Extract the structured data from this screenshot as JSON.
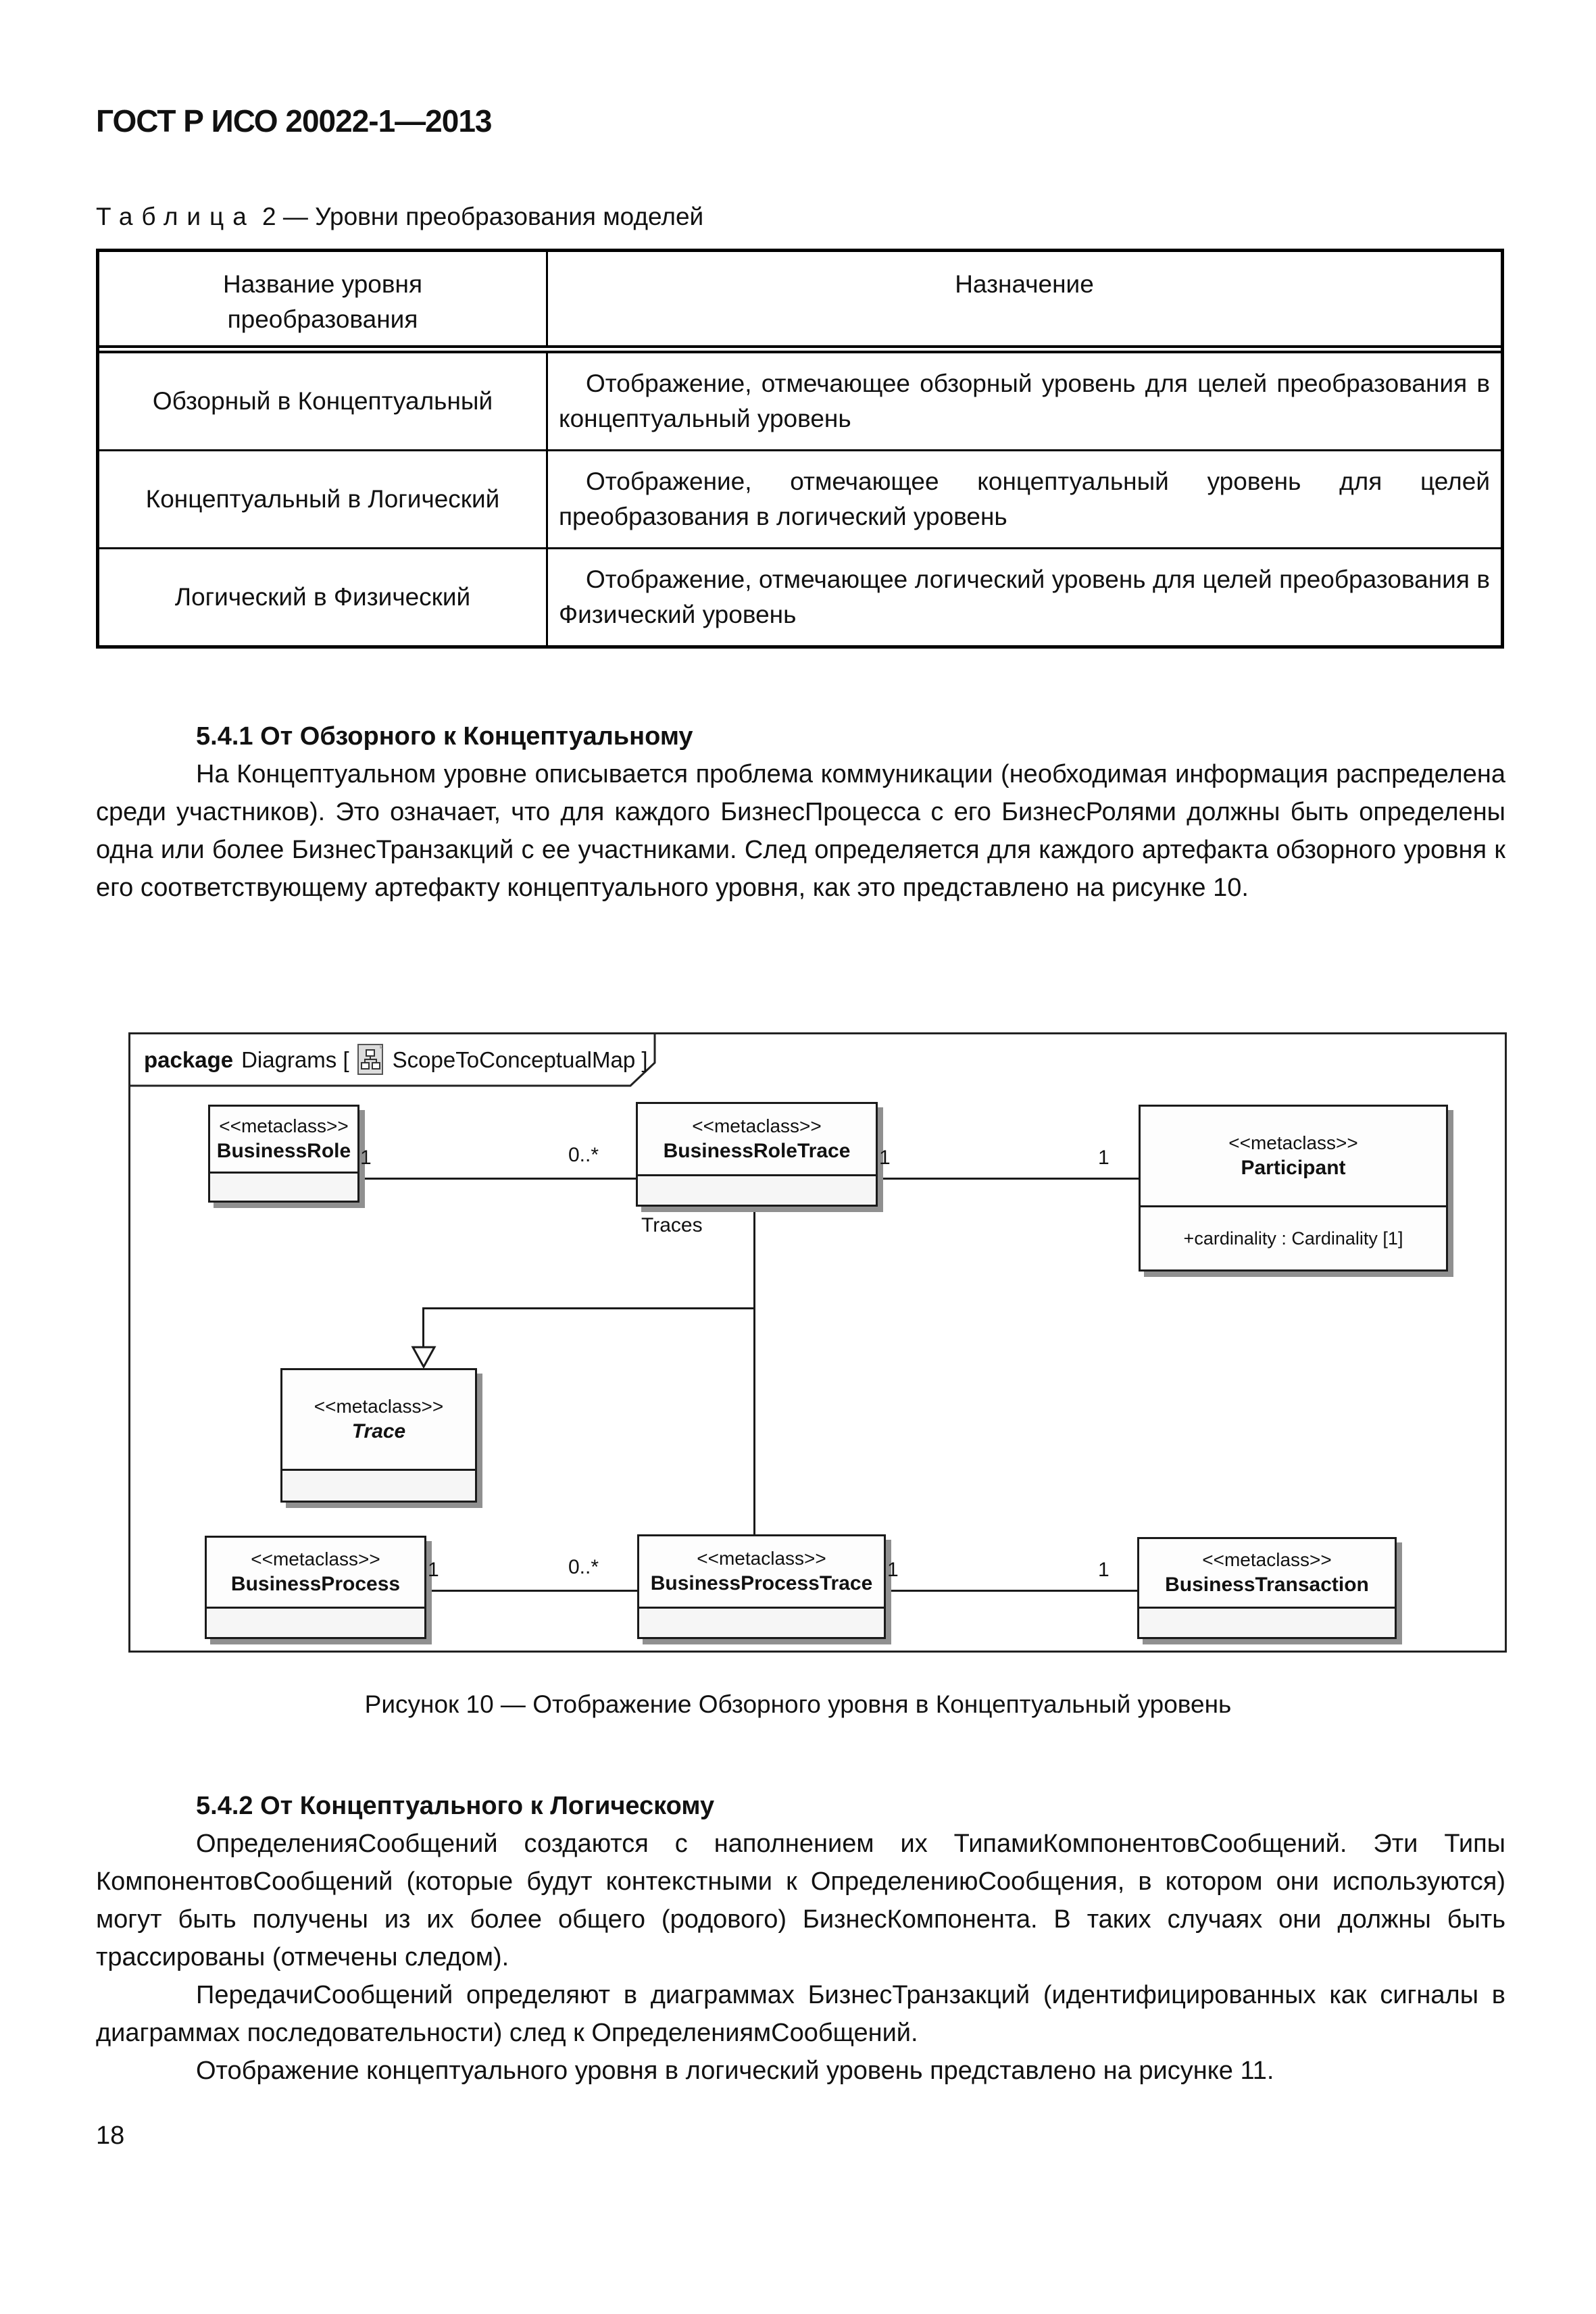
{
  "header": {
    "title": "ГОСТ Р ИСО 20022-1—2013"
  },
  "table": {
    "caption_word": "Таблица",
    "caption_rest": "2 — Уровни преобразования моделей",
    "columns": {
      "col1_line1": "Название уровня",
      "col1_line2": "преобразования",
      "col2": "Назначение"
    },
    "rows": [
      {
        "level": "Обзорный в Концептуальный",
        "purpose": "Отображение, отмечающее обзорный уровень для целей преобразования в концептуальный уровень"
      },
      {
        "level": "Концептуальный в Логический",
        "purpose": "Отображение, отмечающее концептуальный уровень для целей преобразования в логический уровень"
      },
      {
        "level": "Логический в Физический",
        "purpose": "Отображение, отмечающее логический уровень для целей преобразования в Физический уровень"
      }
    ]
  },
  "section_541": {
    "heading": "5.4.1 От Обзорного к Концептуальному",
    "paragraph": "На Концептуальном уровне описывается проблема коммуникации (необходимая информация распределена среди участников). Это означает, что для каждого БизнесПроцесса с его БизнесРолями должны быть определены одна или более БизнесТранзакций с ее участниками. След определяется для каждого артефакта обзорного уровня к его соответствующему артефакту концептуального уровня, как это представлено на рисунке 10."
  },
  "diagram": {
    "package_keyword": "package",
    "package_context": "Diagrams [",
    "package_name": "ScopeToConceptualMap ]",
    "traces_label": "Traces",
    "classes": {
      "business_role": {
        "stereotype": "<<metaclass>>",
        "name": "BusinessRole"
      },
      "business_role_trace": {
        "stereotype": "<<metaclass>>",
        "name": "BusinessRoleTrace"
      },
      "participant": {
        "stereotype": "<<metaclass>>",
        "name": "Participant",
        "attribute": "+cardinality : Cardinality [1]"
      },
      "trace": {
        "stereotype": "<<metaclass>>",
        "name": "Trace"
      },
      "business_process": {
        "stereotype": "<<metaclass>>",
        "name": "BusinessProcess"
      },
      "business_process_trace": {
        "stereotype": "<<metaclass>>",
        "name": "BusinessProcessTrace"
      },
      "business_transaction": {
        "stereotype": "<<metaclass>>",
        "name": "BusinessTransaction"
      }
    },
    "multiplicities": {
      "role_left": "1",
      "role_many": "0..*",
      "role_right": "1",
      "participant_left": "1",
      "process_left": "1",
      "process_many": "0..*",
      "process_right": "1",
      "transaction_left": "1"
    }
  },
  "figure": {
    "caption": "Рисунок 10 — Отображение Обзорного уровня в Концептуальный уровень"
  },
  "section_542": {
    "heading": "5.4.2 От Концептуального к Логическому",
    "paragraph1": "ОпределенияСообщений создаются с наполнением их ТипамиКомпонентовСообщений. Эти Типы КомпонентовСообщений (которые будут контекстными к ОпределениюСообщения, в котором они используются)  могут  быть получены из их более общего (родового) БизнесКомпонента. В таких случаях они должны быть трассированы (отмечены следом).",
    "paragraph2": "ПередачиСообщений определяют в диаграммах БизнесТранзакций (идентифицированных как сигналы в диаграммах последовательности) след к ОпределениямСообщений.",
    "paragraph3": "Отображение концептуального уровня в логический уровень представлено на рисунке 11."
  },
  "footer": {
    "page_number": "18"
  }
}
